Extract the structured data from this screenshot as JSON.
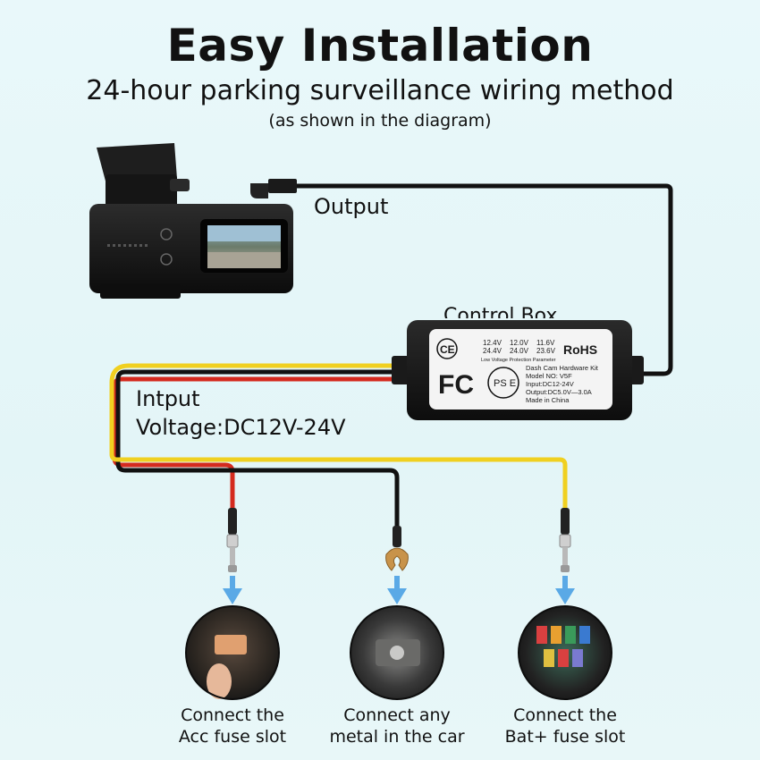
{
  "title": "Easy Installation",
  "subtitle": "24-hour parking surveillance wiring method",
  "note": "(as shown in the diagram)",
  "labels": {
    "output": "Output",
    "control_box": "Control Box",
    "input": "Intput",
    "voltage": "Voltage:DC12V-24V"
  },
  "box": {
    "table_row1": [
      "12.4V",
      "12.0V",
      "11.6V"
    ],
    "table_row2": [
      "24.4V",
      "24.0V",
      "23.6V"
    ],
    "table_caption": "Low Voltage Protection Parameter",
    "rohs": "RoHS",
    "ce": "CE",
    "fc": "FC",
    "pse": "PS E",
    "spec_lines": [
      "Dash Cam Hardware Kit",
      "Model NO: V5F",
      "Input:DC12-24V",
      "Output:DC5.0V—3.0A",
      "Made in China"
    ]
  },
  "captions": {
    "acc_line1": "Connect the",
    "acc_line2": "Acc fuse slot",
    "metal_line1": "Connect any",
    "metal_line2": "metal in the car",
    "bat_line1": "Connect the",
    "bat_line2": "Bat+ fuse slot"
  },
  "colors": {
    "wire_red": "#d42a1e",
    "wire_yellow": "#f0d020",
    "wire_black": "#111111",
    "arrow_blue": "#5aa9e6"
  }
}
